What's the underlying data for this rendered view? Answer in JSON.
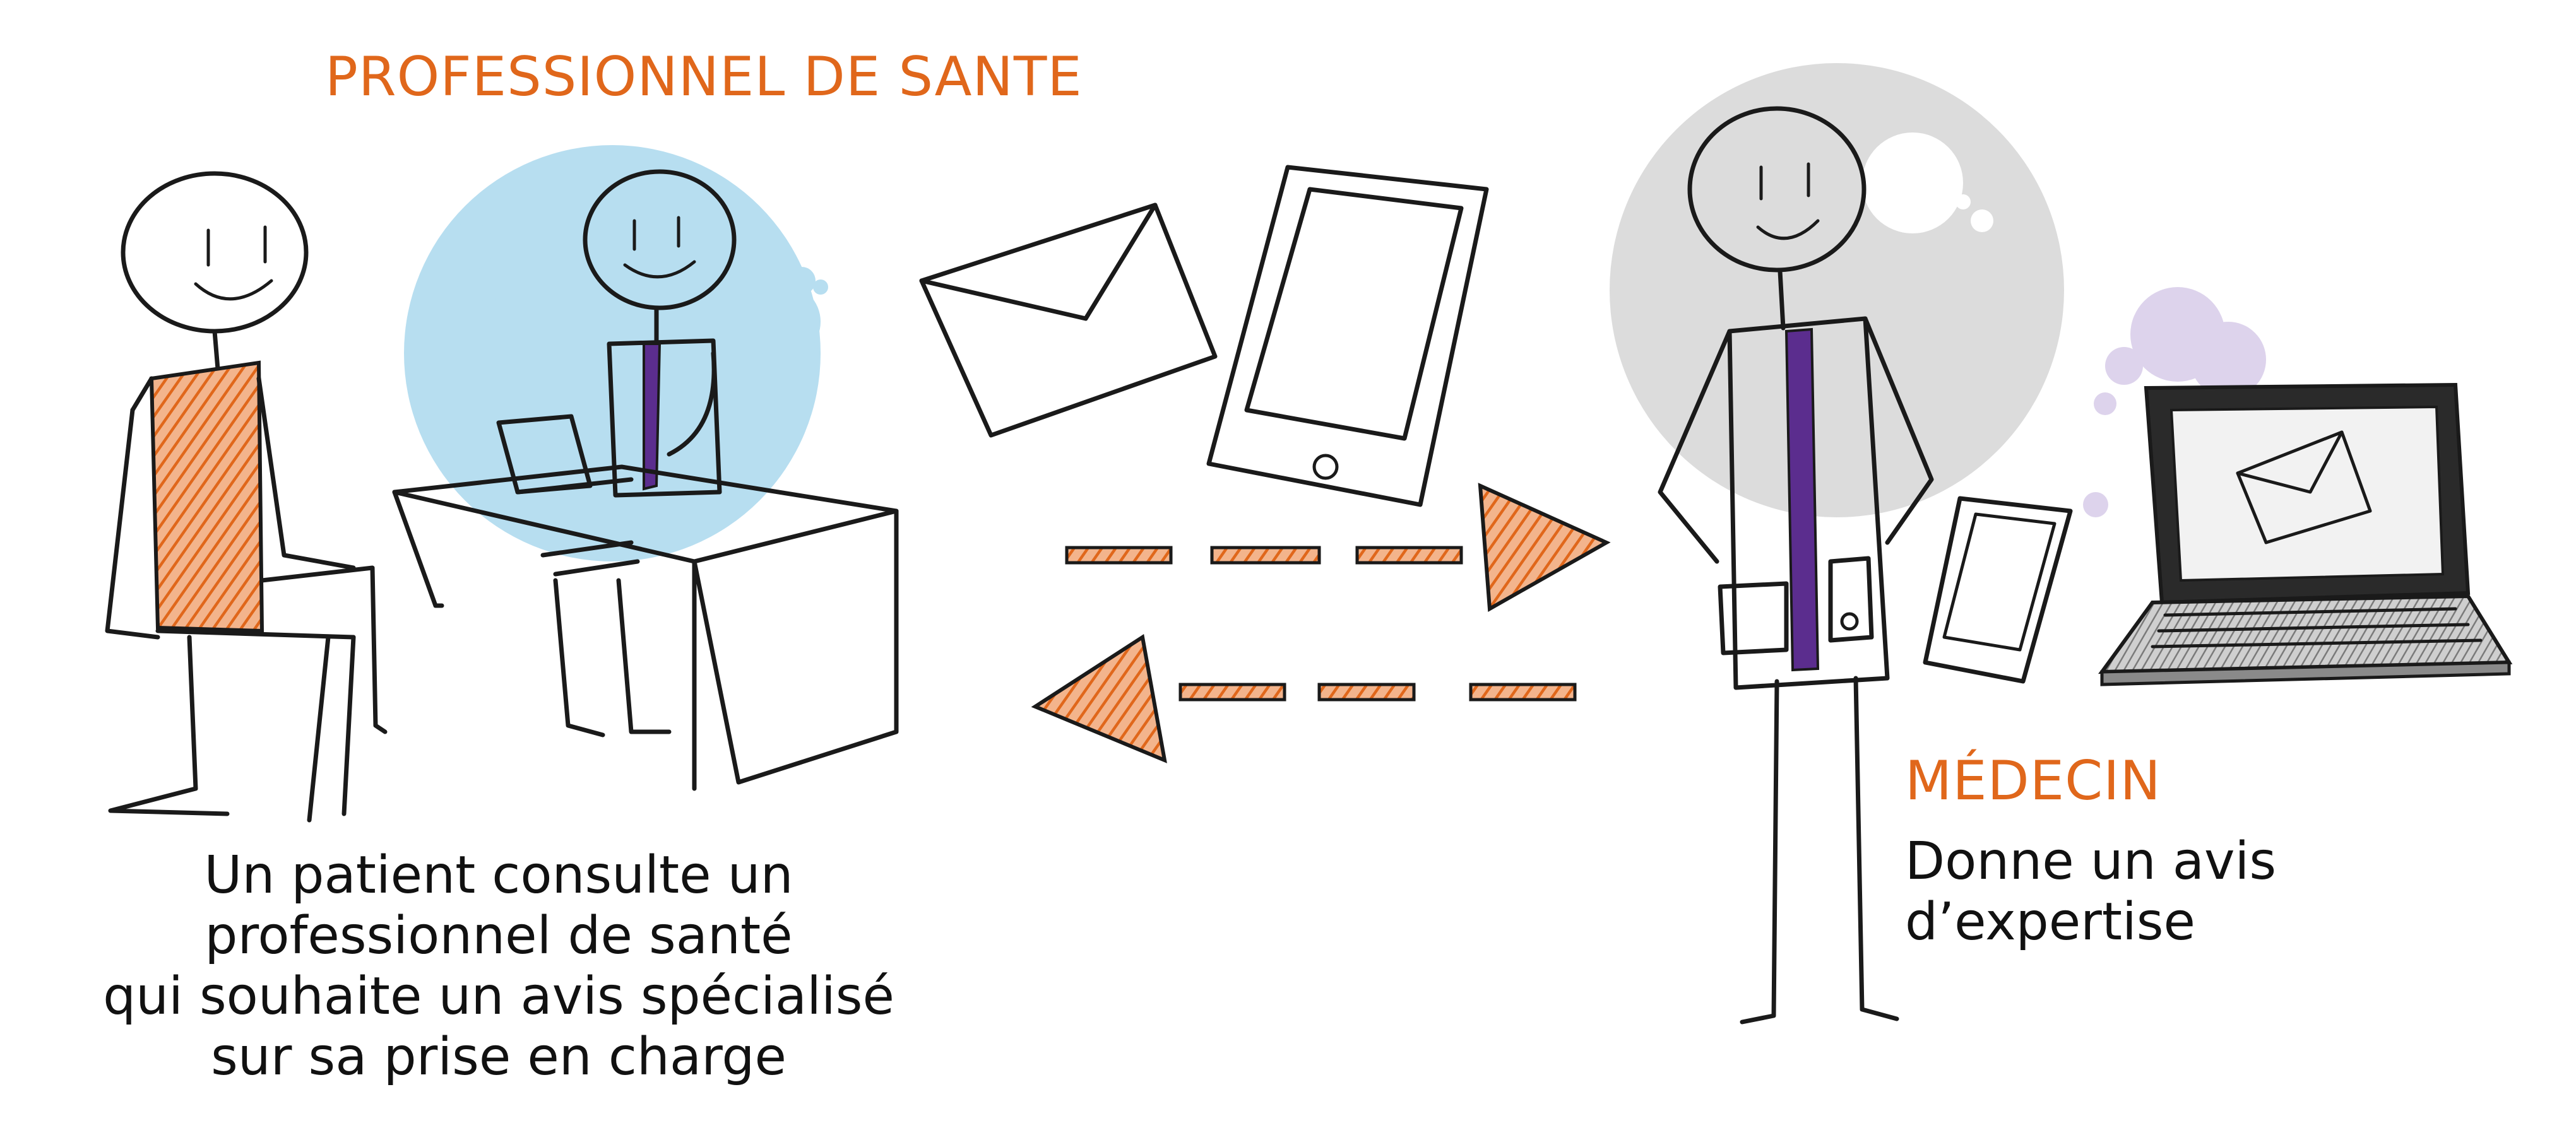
{
  "professional": {
    "title": "PROFESSIONNEL DE SANTE",
    "description_lines": [
      "Un patient consulte un",
      "professionnel de santé",
      "qui souhaite un avis spécialisé",
      "sur sa prise en charge"
    ]
  },
  "doctor": {
    "title": "MÉDECIN",
    "description_lines": [
      "Donne un avis",
      "d’expertise"
    ]
  },
  "colors": {
    "accent_orange": "#e0671b",
    "bubble_blue": "#b7def0",
    "bubble_gray": "#dcdcdc",
    "bubble_purple": "#ddd3ec",
    "tie_purple": "#5b2d8e"
  },
  "icons": [
    "envelope-icon",
    "tablet-icon",
    "laptop-icon",
    "arrow-right-icon",
    "arrow-left-icon"
  ]
}
